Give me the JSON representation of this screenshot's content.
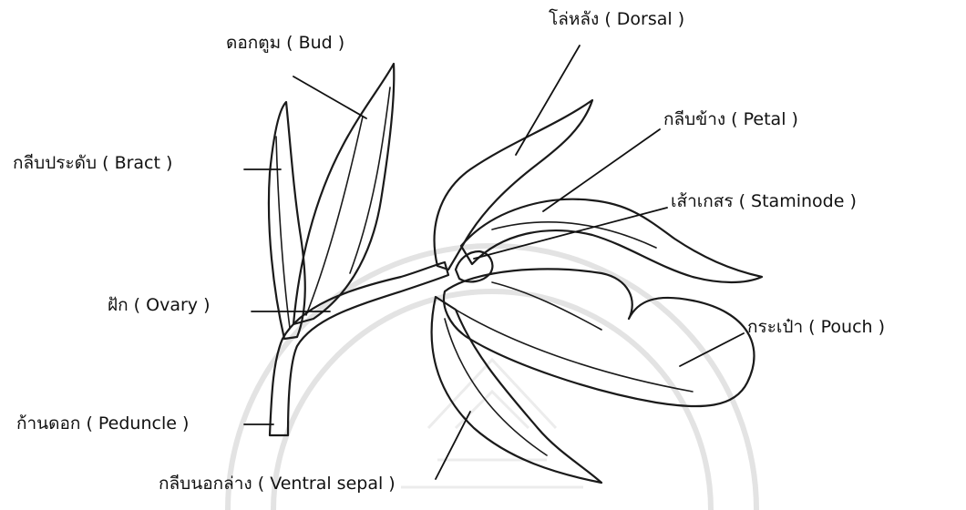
{
  "labels": {
    "bud": "ดอกตูม ( Bud )",
    "dorsal": "โล่หลัง ( Dorsal )",
    "petal": "กลีบข้าง ( Petal )",
    "bract": "กลีบประดับ ( Bract )",
    "staminode": "เส้าเกสร ( Staminode )",
    "ovary": "ฝัก ( Ovary )",
    "pouch": "กระเป๋า ( Pouch )",
    "peduncle": "ก้านดอก ( Peduncle )",
    "ventral_sepal": "กลีบนอกล่าง ( Ventral sepal )"
  },
  "colors": {
    "ink": "#1a1a1a",
    "watermark": "#e3e3e3",
    "background": "#ffffff"
  }
}
